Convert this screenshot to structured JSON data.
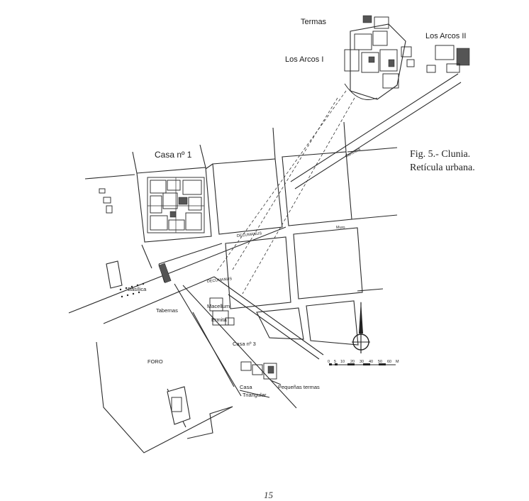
{
  "figure": {
    "caption_line1": "Fig. 5.- Clunia.",
    "caption_line2": "Retícula urbana.",
    "page_number": "15"
  },
  "labels": {
    "termas": "Termas",
    "los_arcos_1": "Los Arcos I",
    "los_arcos_2": "Los Arcos II",
    "casa_1": "Casa nº 1",
    "decumanus_upper": "DECUMANUS",
    "decumanus_lower": "DECUMANUS",
    "muro": "Muro",
    "carretera": "Carretera",
    "basilica": "Basílica",
    "tabernas": "Tabernas",
    "macellum": "Macellum",
    "ermita": "Ermita",
    "casa_3": "Casa nº 3",
    "foro": "FORO",
    "casa_triangular_1": "Casa",
    "casa_triangular_2": "Triangular",
    "pequenas_termas": "Pequeñas termas"
  },
  "scale_bar": {
    "ticks": [
      "0",
      "5",
      "10",
      "20",
      "30",
      "40",
      "50",
      "60"
    ],
    "unit": "M"
  },
  "north_arrow": {
    "icon": "north-arrow-icon"
  }
}
